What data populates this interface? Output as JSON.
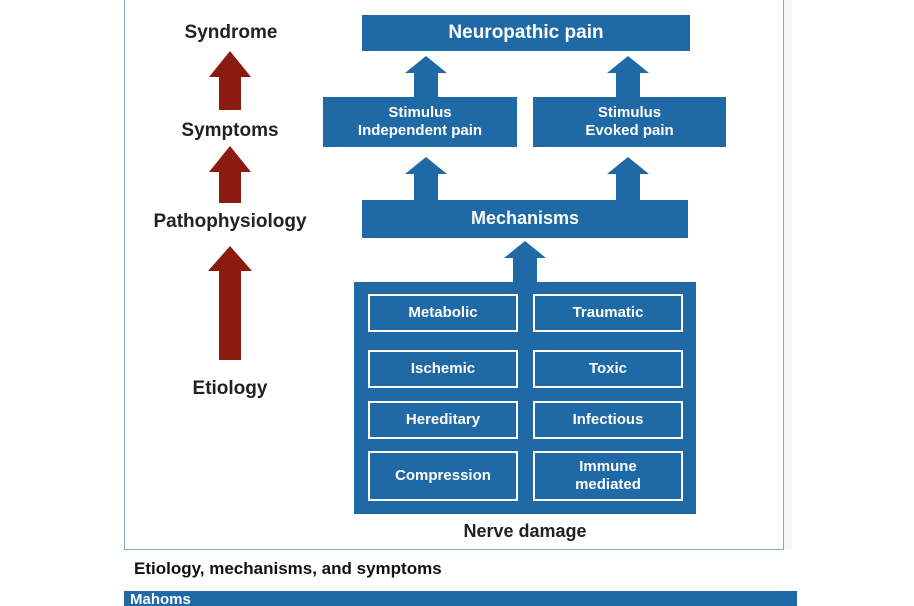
{
  "left_labels": {
    "syndrome": "Syndrome",
    "symptoms": "Symptoms",
    "pathophysiology": "Pathophysiology",
    "etiology": "Etiology"
  },
  "boxes": {
    "neuropathic_pain": "Neuropathic pain",
    "stimulus_independent": "Stimulus\nIndependent pain",
    "stimulus_evoked": "Stimulus\nEvoked pain",
    "mechanisms": "Mechanisms"
  },
  "causes": [
    "Metabolic",
    "Traumatic",
    "Ischemic",
    "Toxic",
    "Hereditary",
    "Infectious",
    "Compression",
    "Immune\nmediated"
  ],
  "nerve_damage_label": "Nerve damage",
  "caption": "Etiology, mechanisms, and symptoms",
  "bottom_bar_text": "Mahoms",
  "colors": {
    "box_blue": "#1f6aa6",
    "left_arrow_red": "#8b1a10"
  },
  "icons": {
    "left_arrows": "arrow-up-icon",
    "right_arrows": "block-arrow-up-icon"
  }
}
